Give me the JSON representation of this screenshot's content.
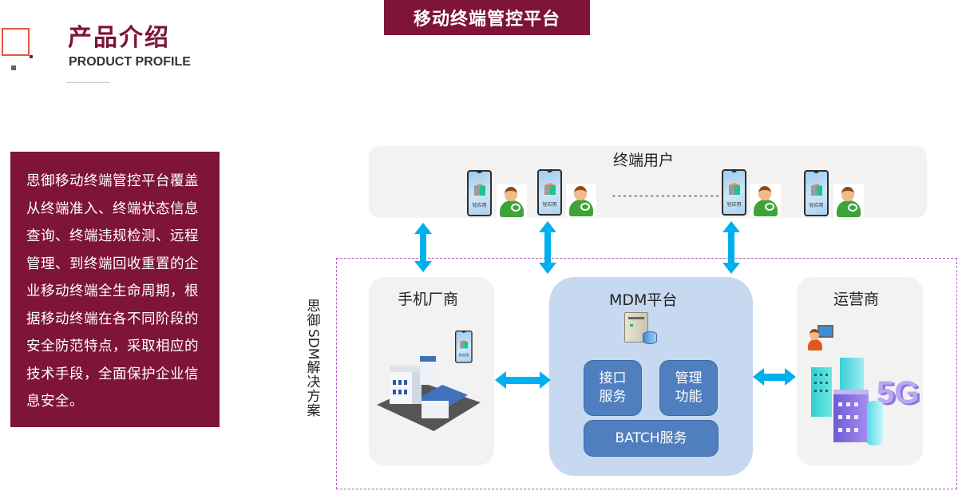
{
  "header": {
    "title_cn": "产品介绍",
    "title_en": "PRODUCT PROFILE",
    "banner": "移动终端管控平台",
    "accent_color": "#7e1537",
    "corner_square_color": "#e8534a"
  },
  "description": {
    "text": "思御移动终端管控平台覆盖从终端准入、终端状态信息查询、终端违规检测、远程管理、到终端回收重置的企业移动终端全生命周期，根据移动终端在各不同阶段的安全防范特点，采取相应的技术手段，全面保护企业信息安全。"
  },
  "diagram": {
    "end_users": {
      "title": "终端用户",
      "ellipsis": "--------------------",
      "devices": [
        {
          "app_label": "轻应用",
          "icon": "phone-icon",
          "user_icon": "user-icon"
        },
        {
          "app_label": "轻应用",
          "icon": "phone-icon",
          "user_icon": "user-icon"
        },
        {
          "app_label": "轻应用",
          "icon": "phone-icon",
          "user_icon": "user-icon"
        },
        {
          "app_label": "轻应用",
          "icon": "phone-icon",
          "user_icon": "user-icon"
        }
      ]
    },
    "solution_label_parts": [
      "思",
      "御",
      "SDM",
      "解",
      "决",
      "方",
      "案"
    ],
    "vendor": {
      "title": "手机厂商",
      "app_label": "轻应用",
      "illustration": "factory-icon"
    },
    "mdm": {
      "title": "MDM平台",
      "icon": "server-database-icon",
      "modules": [
        {
          "line1": "接口",
          "line2": "服务"
        },
        {
          "line1": "管理",
          "line2": "功能"
        }
      ],
      "batch": "BATCH服务",
      "panel_color": "#c6d9f0",
      "module_color": "#4f7fbf"
    },
    "operator": {
      "title": "运营商",
      "illustration": "5g-city-icon",
      "badge": "5G"
    },
    "arrow_color": "#00b0ee",
    "dashed_border_color": "#b25fc1"
  }
}
